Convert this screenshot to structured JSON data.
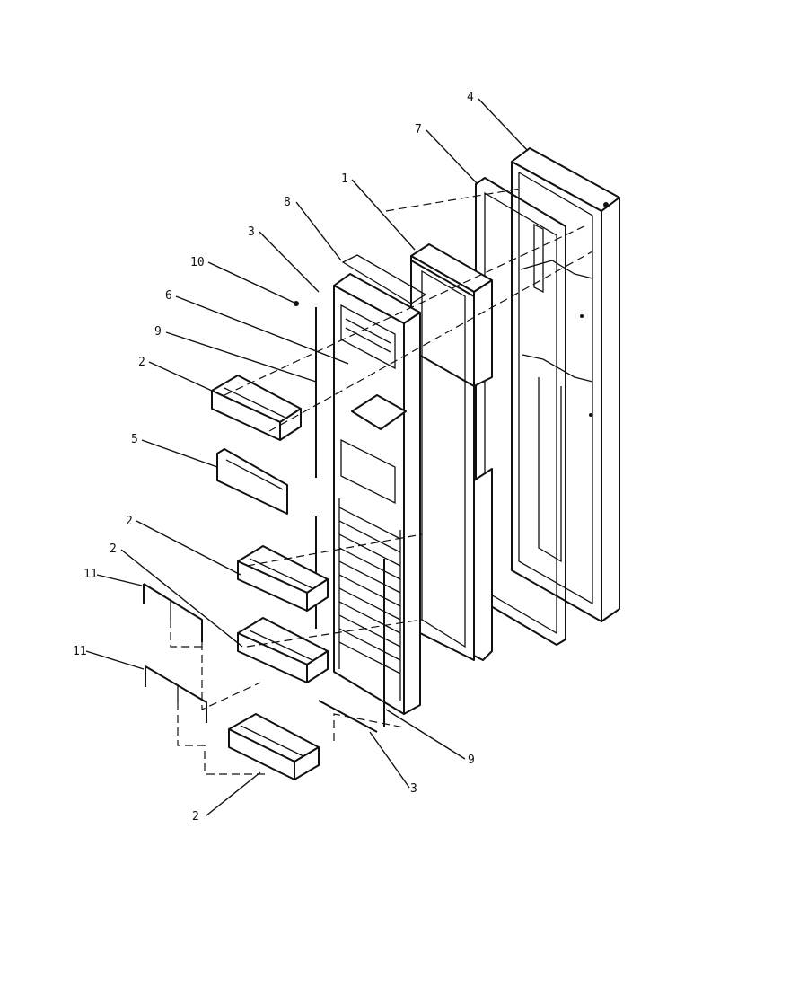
{
  "callouts": [
    {
      "id": "c-4",
      "text": "4"
    },
    {
      "id": "c-7",
      "text": "7"
    },
    {
      "id": "c-1",
      "text": "1"
    },
    {
      "id": "c-8",
      "text": "8"
    },
    {
      "id": "c-3a",
      "text": "3"
    },
    {
      "id": "c-10",
      "text": "10"
    },
    {
      "id": "c-6",
      "text": "6"
    },
    {
      "id": "c-9a",
      "text": "9"
    },
    {
      "id": "c-2a",
      "text": "2"
    },
    {
      "id": "c-5",
      "text": "5"
    },
    {
      "id": "c-2b",
      "text": "2"
    },
    {
      "id": "c-2c",
      "text": "2"
    },
    {
      "id": "c-11a",
      "text": "11"
    },
    {
      "id": "c-11b",
      "text": "11"
    },
    {
      "id": "c-9b",
      "text": "9"
    },
    {
      "id": "c-3b",
      "text": "3"
    },
    {
      "id": "c-2d",
      "text": "2"
    }
  ],
  "icons": [
    "outer-door-panel",
    "door-gasket",
    "door-breaker-strip",
    "door-liner",
    "door-bin",
    "bin-retainer",
    "shelf-rail"
  ]
}
